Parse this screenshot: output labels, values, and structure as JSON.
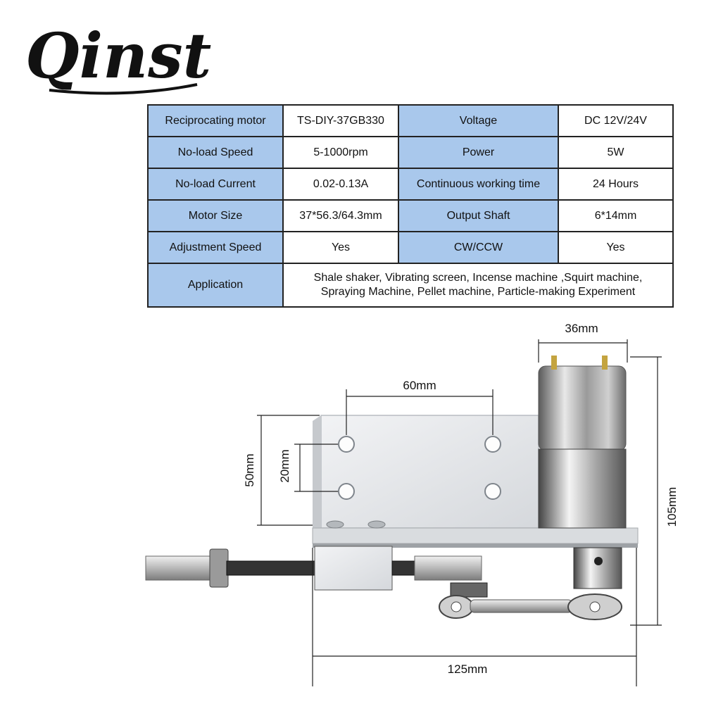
{
  "logo": {
    "text": "Qinst"
  },
  "spec_table": {
    "rows": [
      {
        "label1": "Reciprocating motor",
        "value1": "TS-DIY-37GB330",
        "label2": "Voltage",
        "value2": "DC 12V/24V"
      },
      {
        "label1": "No-load Speed",
        "value1": "5-1000rpm",
        "label2": "Power",
        "value2": "5W"
      },
      {
        "label1": "No-load Current",
        "value1": "0.02-0.13A",
        "label2": "Continuous working time",
        "value2": "24 Hours"
      },
      {
        "label1": "Motor Size",
        "value1": "37*56.3/64.3mm",
        "label2": "Output Shaft",
        "value2": "6*14mm"
      },
      {
        "label1": "Adjustment Speed",
        "value1": "Yes",
        "label2": "CW/CCW",
        "value2": "Yes"
      }
    ],
    "application": {
      "label": "Application",
      "line1": "Shale shaker,  Vibrating screen,  Incense machine ,Squirt machine,",
      "line2": "Spraying Machine, Pellet machine, Particle-making Experiment"
    }
  },
  "dimensions": {
    "motor_diameter": "36mm",
    "hole_spacing_horizontal": "60mm",
    "plate_height": "50mm",
    "hole_spacing_vertical": "20mm",
    "total_height": "105mm",
    "total_length": "125mm"
  }
}
